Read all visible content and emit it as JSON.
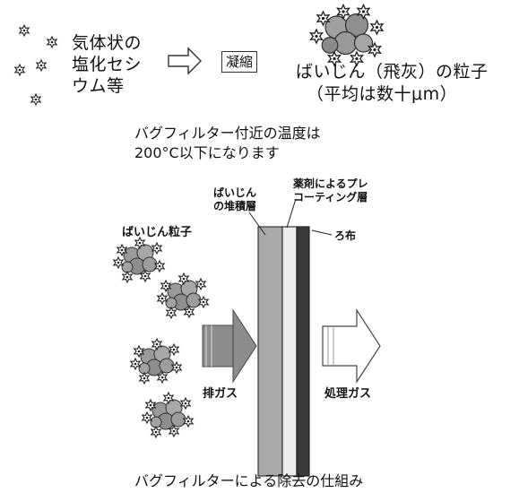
{
  "top": {
    "gas_label_lines": [
      "気体状の",
      "塩化セシ",
      "ウム等"
    ],
    "condense_label": "凝縮",
    "dust_label_line1": "ばいじん（飛灰）の粒子",
    "dust_label_line2": "（平均は数十μm）"
  },
  "note": {
    "line1": "バグフィルター付近の温度は",
    "line2": "200°C以下になります"
  },
  "diagram": {
    "dust_particles_label": "ばいじん粒子",
    "dust_layer_label_line1": "ばいじん",
    "dust_layer_label_line2": "の堆積層",
    "precoat_label_line1": "薬剤によるプレ",
    "precoat_label_line2": "コーティング層",
    "filter_cloth_label": "ろ布",
    "exhaust_label": "排ガス",
    "treated_label": "処理ガス"
  },
  "caption": "バグフィルターによる除去の仕組み",
  "colors": {
    "particle_fill": "#9a9a9a",
    "dust_layer": "#a9a9a9",
    "precoat_layer": "#ececec",
    "cloth_layer": "#3a3a3a",
    "arrow_fill": "#8c8c8c"
  }
}
